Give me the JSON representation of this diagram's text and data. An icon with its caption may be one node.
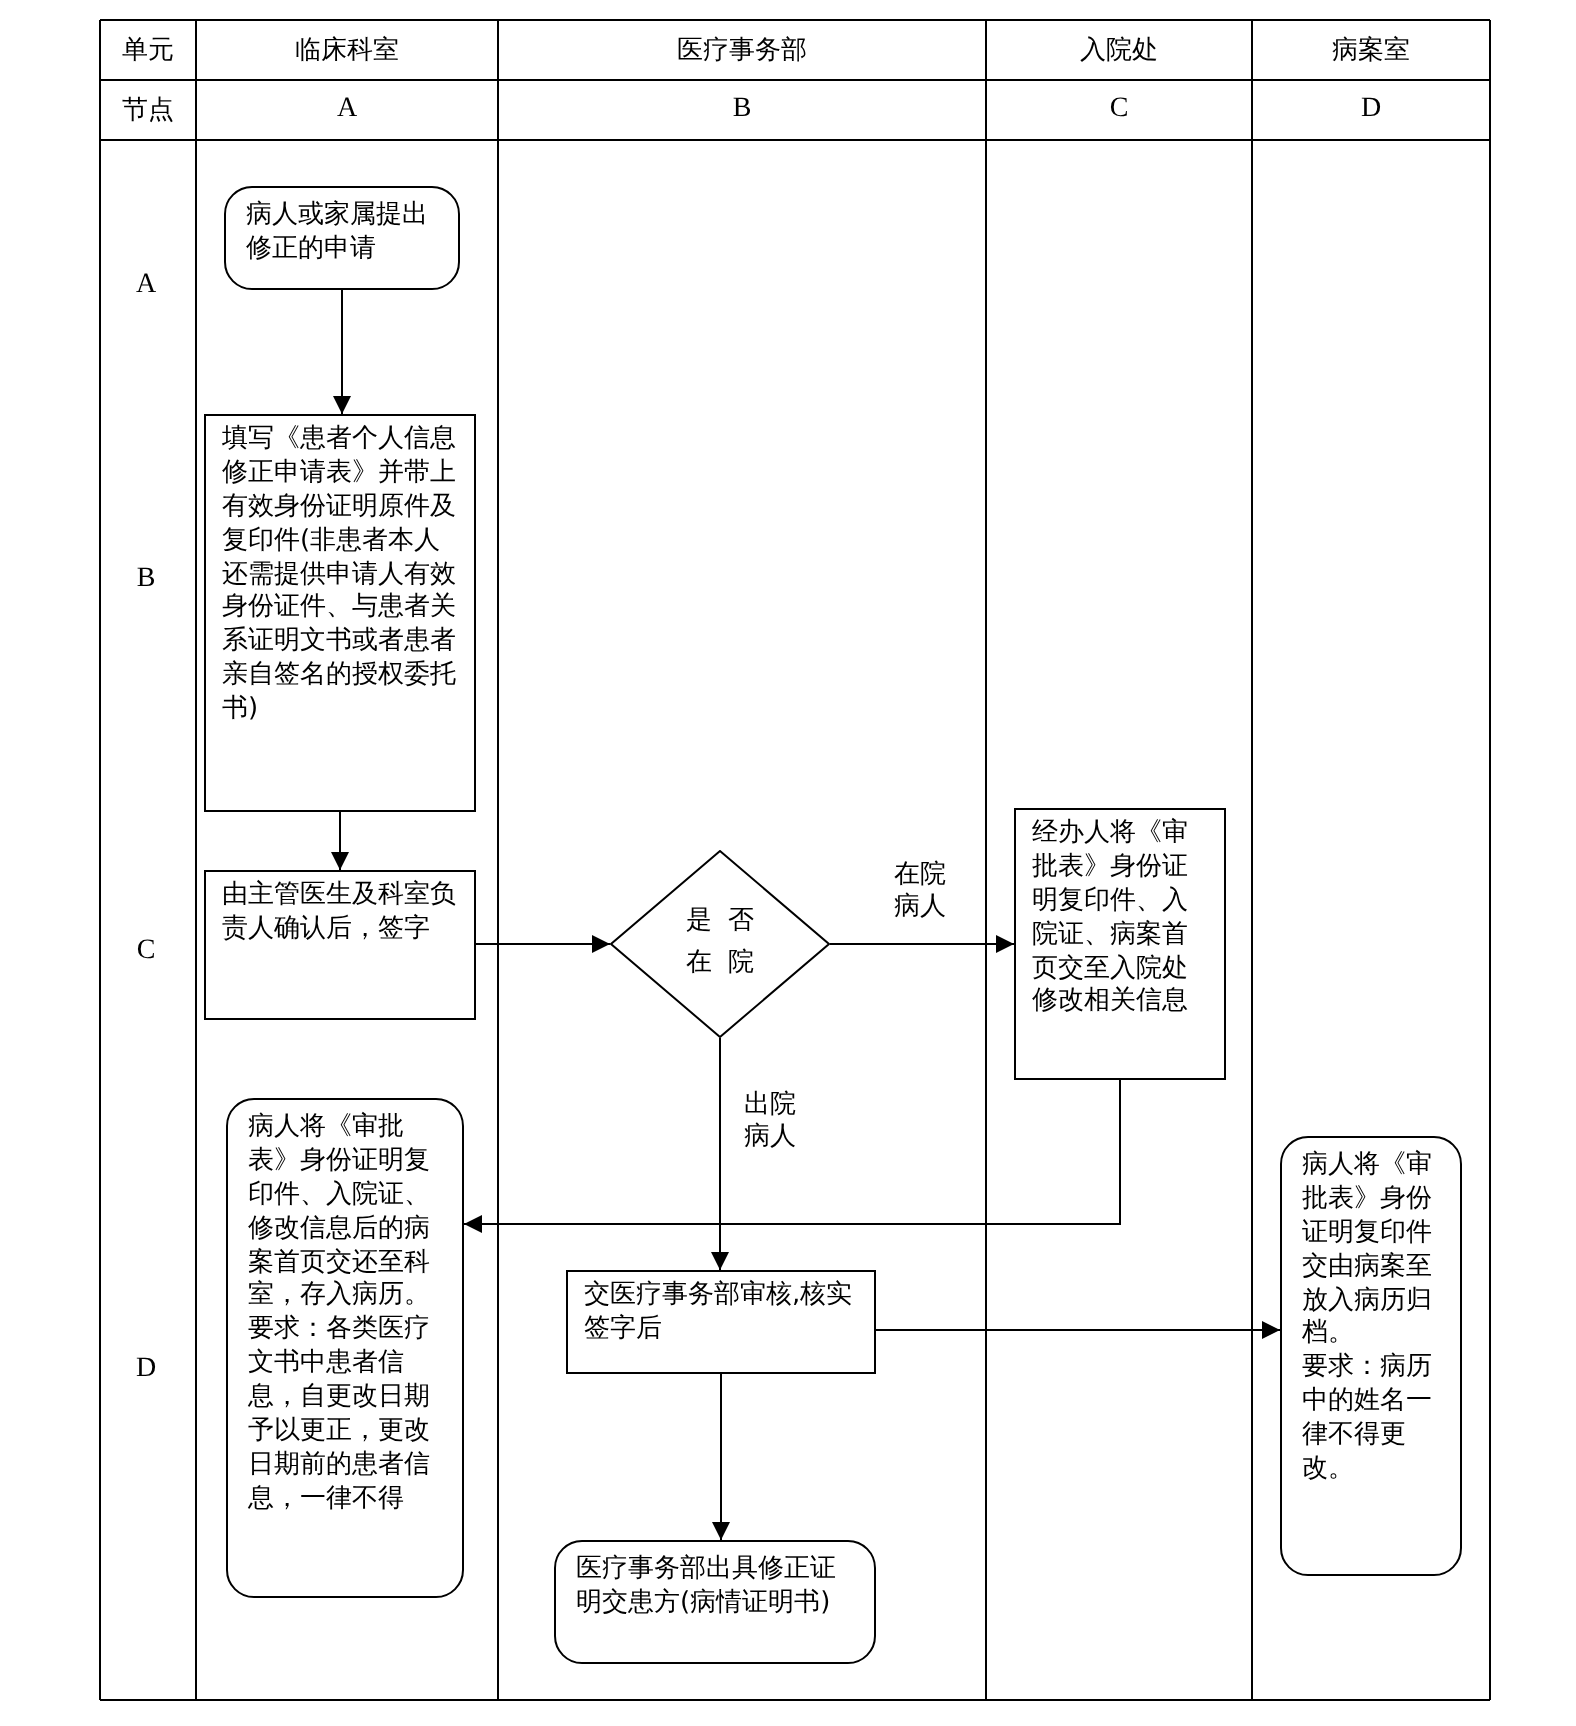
{
  "diagram": {
    "nodes": [
      {
        "text": [
          "病人或家属提出修正的申请"
        ]
      },
      {
        "text": [
          "填写《患者个人信息修正申请表》并带上有效身份证明原件及复印件(非患者本人还需提供申请人有效身份证件、与患者关系证明文书或者患者亲自签名的授权委托书)"
        ]
      },
      {
        "text": [
          "由主管医生及科室负责人确认后，签字"
        ]
      },
      {
        "text": [
          "是否在院"
        ]
      },
      {
        "text": [
          "经办人将《审批表》身份证明复印件、入院证、病案首页交至入院处修改相关信息"
        ]
      },
      {
        "text": [
          "病人将《审批表》身份证明复印件、入院证、修改信息后的病案首页交还至科室，存入病历。",
          "要求：各类医疗文书中患者信息，自更改日期予以更正，更改日期前的患者信息，一律不得"
        ]
      },
      {
        "text": [
          "交医疗事务部审核,核实签字后"
        ]
      },
      {
        "text": [
          "病人将《审批表》身份证明复印件交由病案至放入病历归档。",
          "要求：病历中的姓名一律不得更改。"
        ]
      },
      {
        "text": [
          "医疗事务部出具修正证明交患方(病情证明书)"
        ]
      }
    ],
    "edges": [
      {
        "from": 0,
        "to": 1,
        "arrow": "to"
      },
      {
        "from": 1,
        "to": 2,
        "arrow": "to"
      },
      {
        "from": 2,
        "to": 3,
        "arrow": "to"
      },
      {
        "from": 3,
        "to": 4,
        "arrow": "to",
        "label": "在院病人"
      },
      {
        "from": 3,
        "to": 6,
        "arrow": "to",
        "label": "出院病人"
      },
      {
        "from": 4,
        "to": 5,
        "arrow": "to"
      },
      {
        "from": 6,
        "to": 7,
        "arrow": "to"
      },
      {
        "from": 6,
        "to": 8,
        "arrow": "to"
      }
    ],
    "labels": [
      "单元",
      "临床科室",
      "医疗事务部",
      "入院处",
      "病案室",
      "节点",
      "A",
      "B",
      "C",
      "D",
      "A",
      "B",
      "C",
      "D"
    ]
  }
}
